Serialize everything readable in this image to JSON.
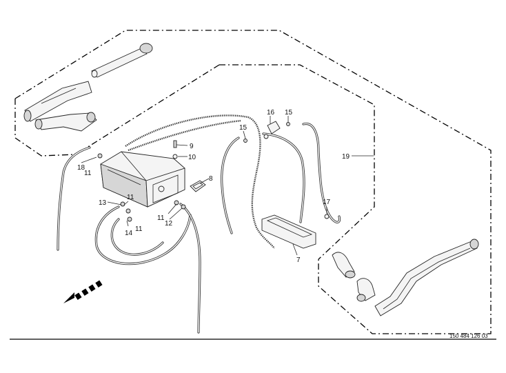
{
  "callouts": {
    "c7": "7",
    "c8": "8",
    "c9": "9",
    "c10": "10",
    "c11a": "11",
    "c11b": "11",
    "c11c": "11",
    "c11d": "11",
    "c12": "12",
    "c13": "13",
    "c14": "14",
    "c15a": "15",
    "c15b": "15",
    "c16": "16",
    "c17": "17",
    "c18": "18",
    "c19": "19"
  },
  "document_number": "150 484 126 03",
  "icons": {
    "direction": "forward-direction-arrow-icon"
  }
}
